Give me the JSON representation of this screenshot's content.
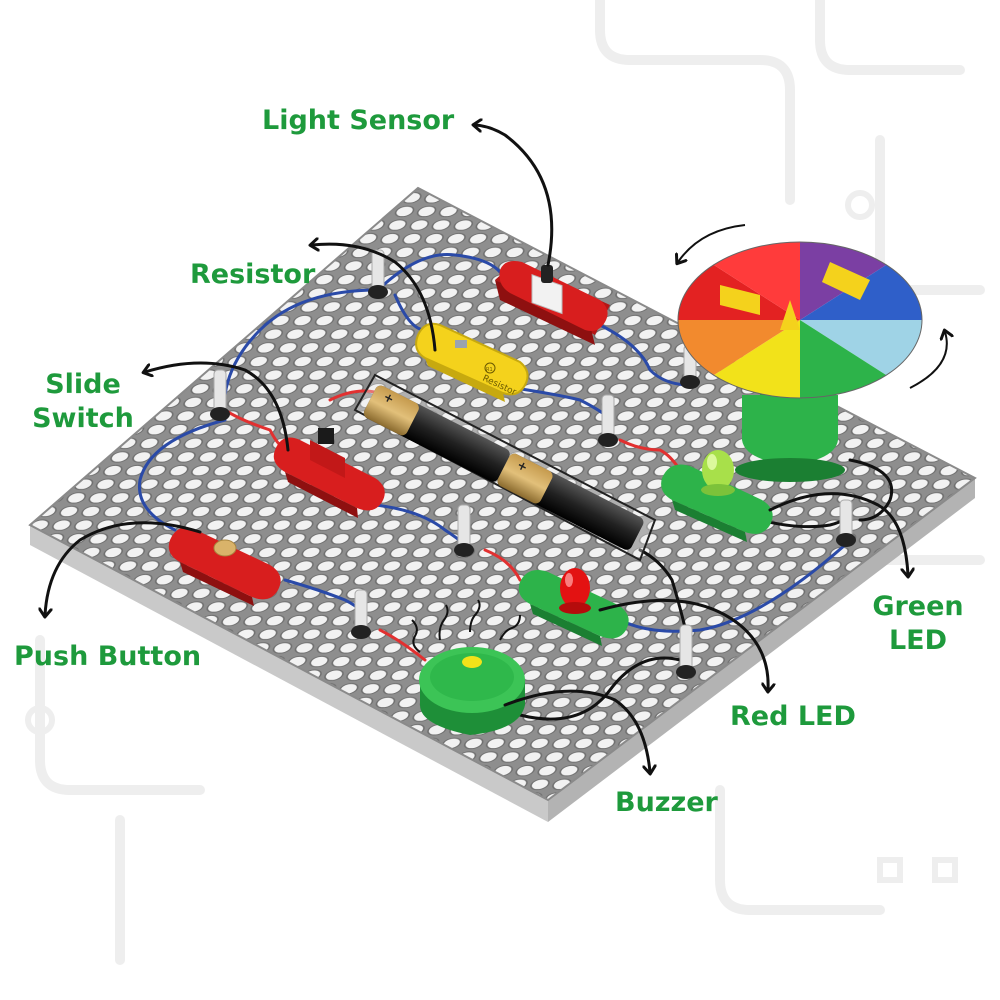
{
  "labels": {
    "light_sensor": "Light Sensor",
    "resistor": "Resistor",
    "slide_switch_line1": "Slide",
    "slide_switch_line2": "Switch",
    "push_button": "Push Button",
    "green_led_line1": "Green",
    "green_led_line2": "LED",
    "red_led": "Red LED",
    "buzzer": "Buzzer"
  },
  "part_text": {
    "resistor_body": "Resistor",
    "resistor_code": "R1",
    "battery_plus_1": "+",
    "battery_plus_2": "+"
  },
  "colors": {
    "label_green": "#1e9a3c",
    "board_gray": "#9a9a9a",
    "block_red": "#d81e1e",
    "block_green": "#2db34a",
    "block_yellow": "#f4d21c",
    "wire_blue": "#2a4aa8"
  },
  "spinner": {
    "segment_colors": [
      "#7b3fa3",
      "#2f5fc9",
      "#9fd3e6",
      "#2db34a",
      "#f2e21a",
      "#f28a2e",
      "#e32222",
      "#ff3b3b"
    ]
  }
}
